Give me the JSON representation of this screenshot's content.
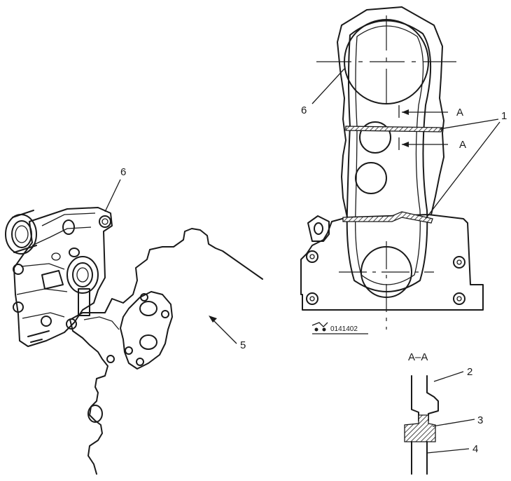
{
  "labels": {
    "callout_1": "1",
    "callout_2": "2",
    "callout_3": "3",
    "callout_4": "4",
    "callout_5": "5",
    "callout_6_left": "6",
    "callout_6_right": "6",
    "section_arrow_upper": "A",
    "section_arrow_lower": "A",
    "section_title": "A–A",
    "figure_code": "0141402"
  }
}
